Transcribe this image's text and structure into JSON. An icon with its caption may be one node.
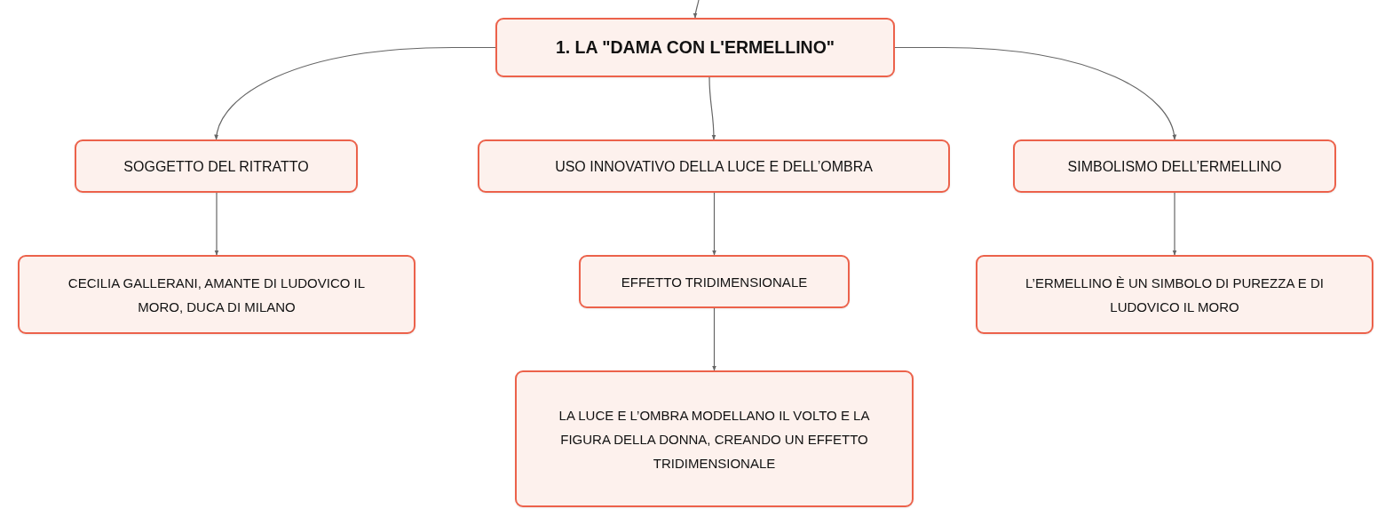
{
  "diagram": {
    "nodes": [
      {
        "text": [
          "1. LA \"DAMA CON L'ERMELLINO\""
        ]
      },
      {
        "text": [
          "SOGGETTO DEL RITRATTO"
        ]
      },
      {
        "text": [
          "USO INNOVATIVO DELLA LUCE E DELL’OMBRA"
        ]
      },
      {
        "text": [
          "SIMBOLISMO DELL’ERMELLINO"
        ]
      },
      {
        "text": [
          "CECILIA GALLERANI, AMANTE DI LUDOVICO IL MORO, DUCA DI MILANO"
        ]
      },
      {
        "text": [
          "EFFETTO TRIDIMENSIONALE"
        ]
      },
      {
        "text": [
          "L’ERMELLINO È UN SIMBOLO DI PUREZZA E DI LUDOVICO IL MORO"
        ]
      },
      {
        "text": [
          "LA LUCE E L’OMBRA MODELLANO IL VOLTO E LA FIGURA DELLA DONNA, CREANDO UN EFFETTO TRIDIMENSIONALE"
        ]
      }
    ],
    "edges": [
      {
        "from": null,
        "to": 0,
        "arrow": "to"
      },
      {
        "from": 0,
        "to": 1,
        "arrow": "to"
      },
      {
        "from": 0,
        "to": 2,
        "arrow": "to"
      },
      {
        "from": 0,
        "to": 3,
        "arrow": "to"
      },
      {
        "from": 1,
        "to": 4,
        "arrow": "to"
      },
      {
        "from": 2,
        "to": 5,
        "arrow": "to"
      },
      {
        "from": 3,
        "to": 6,
        "arrow": "to"
      },
      {
        "from": 5,
        "to": 7,
        "arrow": "to"
      }
    ]
  }
}
